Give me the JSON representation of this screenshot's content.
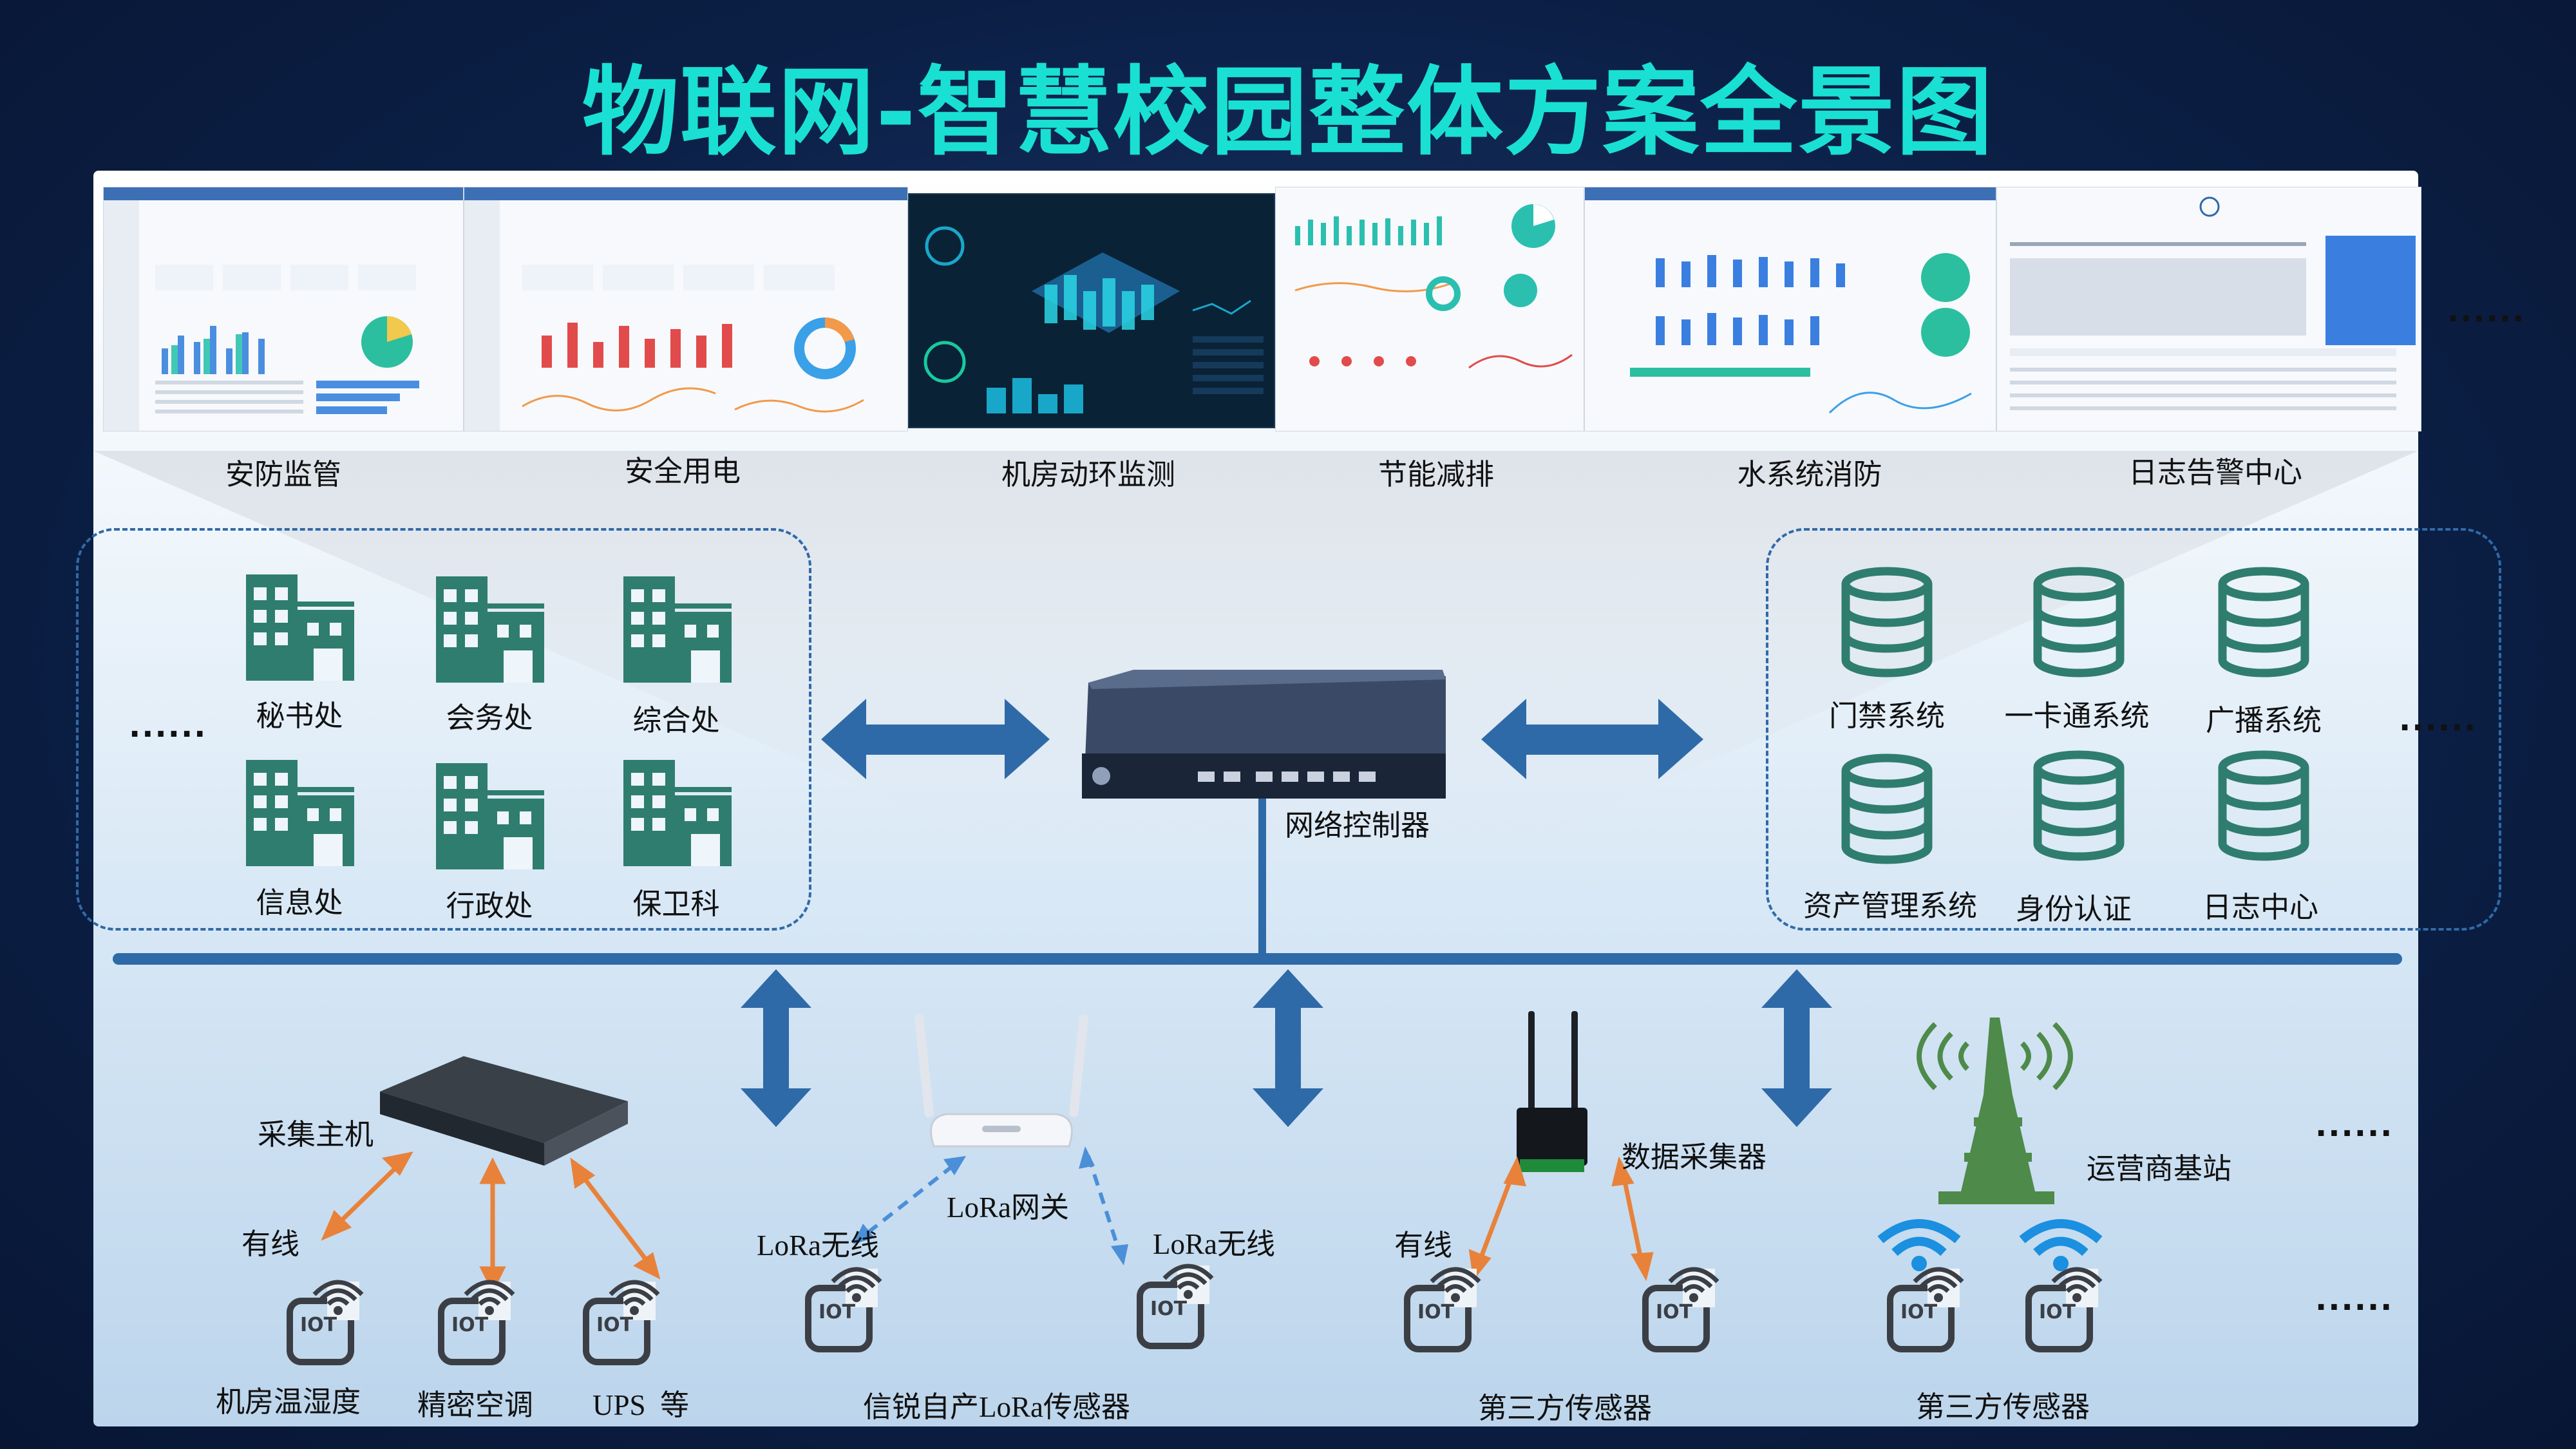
{
  "title": "物联网-智慧校园整体方案全景图",
  "modules": [
    {
      "label": "安防监管"
    },
    {
      "label": "安全用电"
    },
    {
      "label": "机房动环监测"
    },
    {
      "label": "节能减排"
    },
    {
      "label": "水系统消防"
    },
    {
      "label": "日志告警中心"
    }
  ],
  "modules_more": "......",
  "departments": {
    "items": [
      "秘书处",
      "会务处",
      "综合处",
      "信息处",
      "行政处",
      "保卫科"
    ],
    "more": "......"
  },
  "systems": {
    "items": [
      "门禁系统",
      "一卡通系统",
      "广播系统",
      "资产管理系统",
      "身份认证",
      "日志中心"
    ],
    "more": "......"
  },
  "controller_label": "网络控制器",
  "devices": {
    "collector_host": "采集主机",
    "wired_1": "有线",
    "lora_gateway": "LoRa网关",
    "lora_wireless_left": "LoRa无线",
    "lora_wireless_right": "LoRa无线",
    "data_collector": "数据采集器",
    "wired_2": "有线",
    "base_station": "运营商基站",
    "more_top": "......",
    "more_bottom": "......"
  },
  "sensors": {
    "iot_text": "IOT",
    "room_temp": "机房温湿度",
    "precision_ac": "精密空调",
    "ups": "UPS  等",
    "lora_sensor": "信锐自产LoRa传感器",
    "third_party_1": "第三方传感器",
    "third_party_2": "第三方传感器"
  },
  "colors": {
    "title": "#19e0d3",
    "building": "#2f7d6f",
    "bus": "#2f6aa8",
    "wired_arrow": "#e8823a",
    "wifi": "#1b8fe0",
    "tower": "#4e8a4a"
  }
}
